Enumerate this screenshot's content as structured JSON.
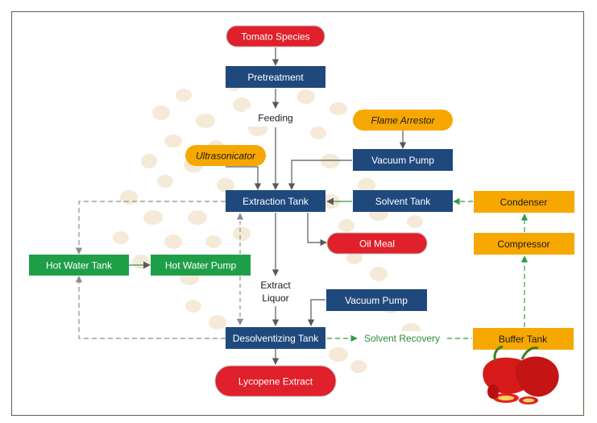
{
  "nodes": {
    "tomato_species": "Tomato Species",
    "pretreatment": "Pretreatment",
    "feeding": "Feeding",
    "flame_arrestor": "Flame Arrestor",
    "ultrasonicator": "Ultrasonicator",
    "vacuum_pump_top": "Vacuum Pump",
    "extraction_tank": "Extraction Tank",
    "solvent_tank": "Solvent Tank",
    "condenser": "Condenser",
    "oil_meal": "Oil Meal",
    "hot_water_tank": "Hot Water Tank",
    "hot_water_pump": "Hot Water Pump",
    "compressor": "Compressor",
    "extract_liquor_line1": "Extract",
    "extract_liquor_line2": "Liquor",
    "vacuum_pump_bottom": "Vacuum Pump",
    "desolventizing_tank": "Desolventizing Tank",
    "solvent_recovery": "Solvent Recovery",
    "buffer_tank": "Buffer Tank",
    "lycopene_extract": "Lycopene Extract"
  },
  "colors": {
    "red": "#e0202a",
    "navy": "#1f497d",
    "orange": "#f7a800",
    "green": "#1f9e48",
    "flow_gray": "#595959",
    "dash_gray": "#8c8c8c",
    "recovery_green": "#2e9e4a",
    "frame": "#6b5b4b"
  }
}
